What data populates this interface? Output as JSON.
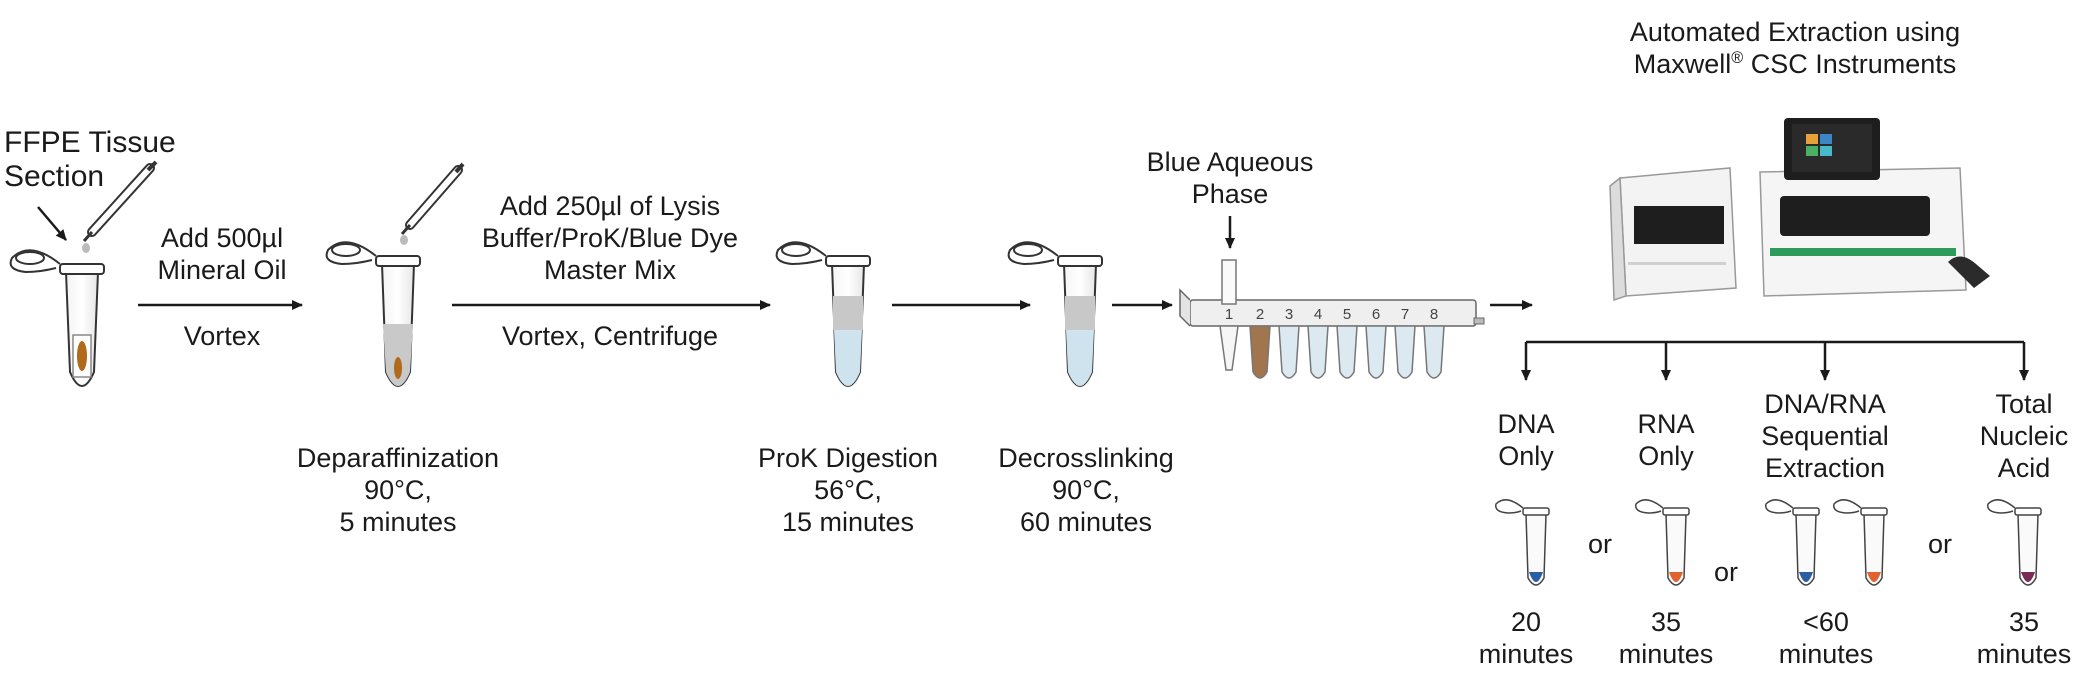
{
  "workflow": {
    "start": {
      "lines": [
        "FFPE Tissue",
        "Section"
      ]
    },
    "step1_action": {
      "lines": [
        "Add 500µl",
        "Mineral Oil"
      ],
      "sub": "Vortex"
    },
    "step1_result": {
      "lines": [
        "Deparaffinization",
        "90°C,",
        "5 minutes"
      ]
    },
    "step2_action": {
      "lines": [
        "Add 250µl of Lysis",
        "Buffer/ProK/Blue Dye",
        "Master Mix"
      ],
      "sub": "Vortex, Centrifuge"
    },
    "step2_result": {
      "lines": [
        "ProK Digestion",
        "56°C,",
        "15 minutes"
      ]
    },
    "step3_result": {
      "lines": [
        "Decrosslinking",
        "90°C,",
        "60 minutes"
      ]
    },
    "cartridge": {
      "title": [
        "Blue Aqueous",
        "Phase"
      ],
      "wells": [
        "1",
        "2",
        "3",
        "4",
        "5",
        "6",
        "7",
        "8"
      ]
    },
    "instrument": {
      "title_line1": "Automated Extraction using",
      "title_line2_a": "Maxwell",
      "title_line2_reg": "®",
      "title_line2_b": " CSC Instruments"
    }
  },
  "outputs": [
    {
      "label": [
        "DNA",
        "Only"
      ],
      "time": [
        "20",
        "minutes"
      ],
      "color": "#2b5ea3"
    },
    {
      "label": [
        "RNA",
        "Only"
      ],
      "time": [
        "35",
        "minutes"
      ],
      "color": "#e0622e"
    },
    {
      "label": [
        "DNA/RNA",
        "Sequential",
        "Extraction"
      ],
      "time": [
        "<60",
        "minutes"
      ],
      "colors": [
        "#2b5ea3",
        "#e0622e"
      ]
    },
    {
      "label": [
        "Total",
        "Nucleic",
        "Acid"
      ],
      "time": [
        "35",
        "minutes"
      ],
      "color": "#7a2a55"
    }
  ],
  "connectors": {
    "or_text": "or"
  }
}
